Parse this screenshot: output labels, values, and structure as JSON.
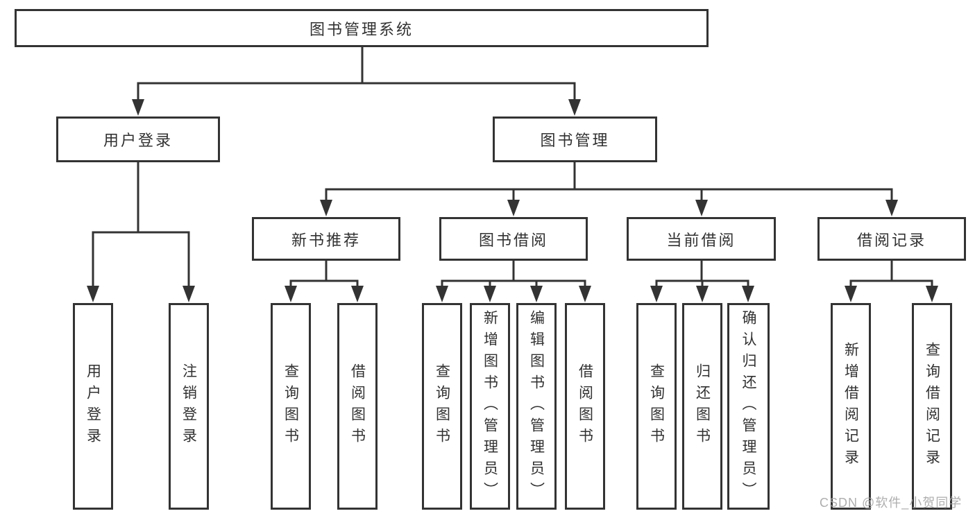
{
  "diagram": {
    "title": "图书管理系统",
    "watermark": "CSDN @软件_小贺同学",
    "colors": {
      "line": "#333333",
      "box_border": "#333333",
      "text": "#313131",
      "watermark": "#a6a6a6",
      "background": "#ffffff"
    },
    "root": {
      "label": "图书管理系统"
    },
    "level2": [
      {
        "id": "user-login",
        "label": "用户登录",
        "parent": "图书管理系统"
      },
      {
        "id": "book-management",
        "label": "图书管理",
        "parent": "图书管理系统"
      }
    ],
    "level3": [
      {
        "id": "new-book-recommend",
        "label": "新书推荐",
        "parent": "图书管理"
      },
      {
        "id": "book-borrow",
        "label": "图书借阅",
        "parent": "图书管理"
      },
      {
        "id": "current-borrow",
        "label": "当前借阅",
        "parent": "图书管理"
      },
      {
        "id": "borrow-record",
        "label": "借阅记录",
        "parent": "图书管理"
      }
    ],
    "leaves": [
      {
        "id": "user-login-leaf",
        "label": "用户登录",
        "parent": "用户登录"
      },
      {
        "id": "logout",
        "label": "注销登录",
        "parent": "用户登录"
      },
      {
        "id": "query-books-1",
        "label": "查询图书",
        "parent": "新书推荐"
      },
      {
        "id": "borrow-books-1",
        "label": "借阅图书",
        "parent": "新书推荐"
      },
      {
        "id": "query-books-2",
        "label": "查询图书",
        "parent": "图书借阅"
      },
      {
        "id": "add-book-admin",
        "label": "新增图书（管理员）",
        "parent": "图书借阅"
      },
      {
        "id": "edit-book-admin",
        "label": "编辑图书（管理员）",
        "parent": "图书借阅"
      },
      {
        "id": "borrow-books-2",
        "label": "借阅图书",
        "parent": "图书借阅"
      },
      {
        "id": "query-books-3",
        "label": "查询图书",
        "parent": "当前借阅"
      },
      {
        "id": "return-book",
        "label": "归还图书",
        "parent": "当前借阅"
      },
      {
        "id": "confirm-return-admin",
        "label": "确认归还（管理员）",
        "parent": "当前借阅"
      },
      {
        "id": "add-borrow-record",
        "label": "新增借阅记录",
        "parent": "借阅记录"
      },
      {
        "id": "query-borrow-record",
        "label": "查询借阅记录",
        "parent": "借阅记录"
      }
    ]
  }
}
